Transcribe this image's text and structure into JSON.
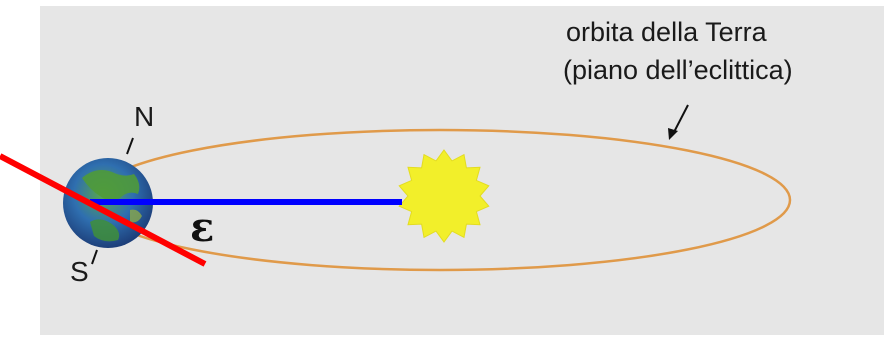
{
  "diagram": {
    "caption_line1": "orbita della Terra",
    "caption_line2": "(piano dell’eclittica)",
    "north_label": "N",
    "south_label": "S",
    "angle_label": "ε"
  },
  "colors": {
    "background_panel": "#e6e6e6",
    "orbit": "#e09a4a",
    "sun": "#f2ef2a",
    "earth_land": "#3f8f3a",
    "earth_ocean": "#2f5fa8",
    "axis": "#ff0000",
    "ecliptic_line": "#0000ff"
  },
  "icons": {
    "sun": "sun-icon",
    "earth": "earth-icon"
  }
}
